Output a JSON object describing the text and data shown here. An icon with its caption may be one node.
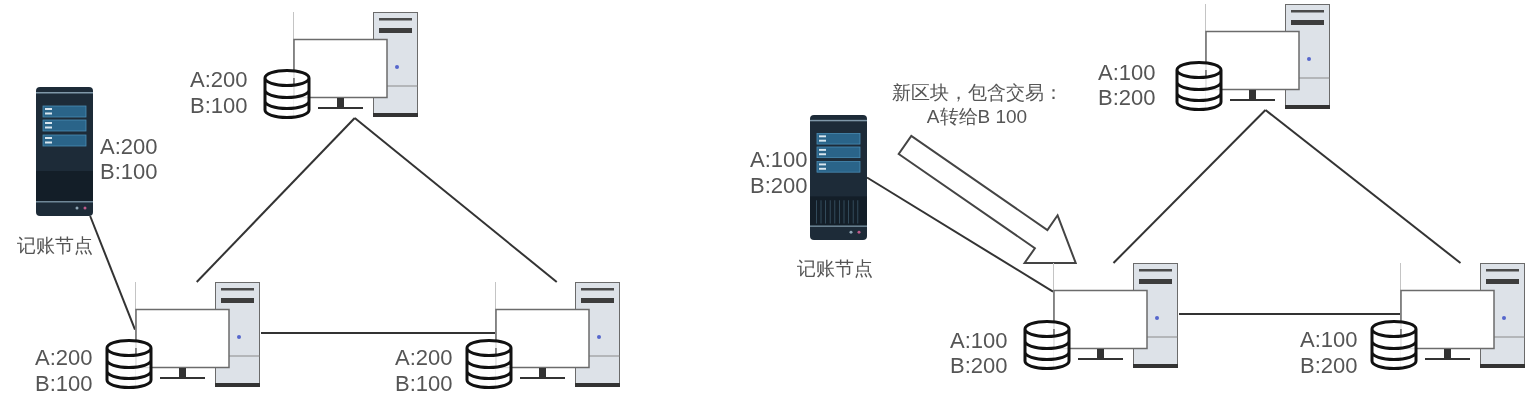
{
  "diagram": {
    "nodes": [
      {
        "text": [],
        "shape": "picture",
        "beside": [
          "A:200",
          "B:100",
          "记账节点"
        ]
      },
      {
        "text": [],
        "shape": "picture",
        "beside": [
          "A:200",
          "B:100"
        ]
      },
      {
        "text": [],
        "shape": "picture",
        "beside": [
          "A:200",
          "B:100"
        ]
      },
      {
        "text": [],
        "shape": "picture",
        "beside": [
          "A:200",
          "B:100"
        ]
      },
      {
        "text": [],
        "shape": "picture",
        "beside": [
          "A:100",
          "B:200",
          "记账节点"
        ]
      },
      {
        "text": [],
        "shape": "picture",
        "beside": [
          "A:100",
          "B:200"
        ]
      },
      {
        "text": [],
        "shape": "picture",
        "beside": [
          "A:100",
          "B:200"
        ]
      },
      {
        "text": [],
        "shape": "picture",
        "beside": [
          "A:100",
          "B:200"
        ]
      }
    ],
    "edges": [
      {
        "from": 1,
        "to": 2,
        "arrow": "none"
      },
      {
        "from": 1,
        "to": 3,
        "arrow": "none"
      },
      {
        "from": 2,
        "to": 3,
        "arrow": "none"
      },
      {
        "from": 0,
        "to": 2,
        "arrow": "none"
      },
      {
        "from": 5,
        "to": 6,
        "arrow": "none"
      },
      {
        "from": 5,
        "to": 7,
        "arrow": "none"
      },
      {
        "from": 6,
        "to": 7,
        "arrow": "none"
      },
      {
        "from": 4,
        "to": 6,
        "arrow": "none"
      },
      {
        "from": null,
        "to": 6,
        "arrow": "to",
        "label": "新区块，包含交易：A转给B 100",
        "style": "thick"
      }
    ]
  }
}
